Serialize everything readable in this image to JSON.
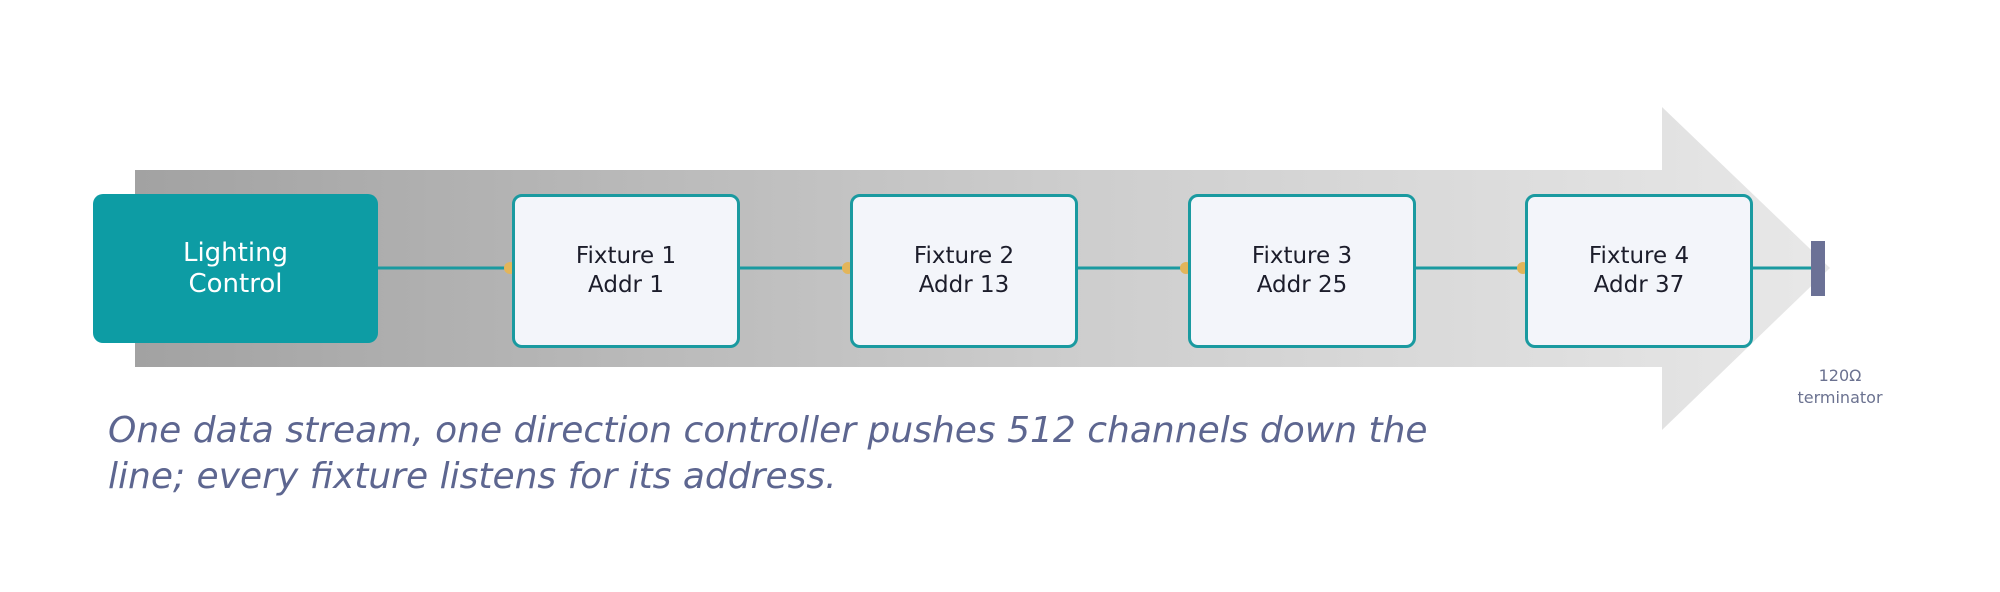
{
  "controller": {
    "line1": "Lighting",
    "line2": "Control"
  },
  "fixtures": [
    {
      "name": "Fixture 1",
      "address": "Addr 1"
    },
    {
      "name": "Fixture 2",
      "address": "Addr 13"
    },
    {
      "name": "Fixture 3",
      "address": "Addr 25"
    },
    {
      "name": "Fixture 4",
      "address": "Addr 37"
    }
  ],
  "terminator": {
    "line1": "120Ω",
    "line2": "terminator"
  },
  "caption": {
    "line1": "One data stream, one direction controller pushes 512 channels down the",
    "line2": "line; every fixture listens for its address."
  },
  "colors": {
    "controller_fill": "#0d9ca4",
    "line": "#1a9aa0",
    "fixture_fill": "#f3f5fa",
    "connector_dot": "#e3b55a",
    "terminator": "#6b7196",
    "arrow_dark": "#a4a4a4",
    "arrow_light": "#e6e6e6",
    "caption": "#5d6690"
  }
}
